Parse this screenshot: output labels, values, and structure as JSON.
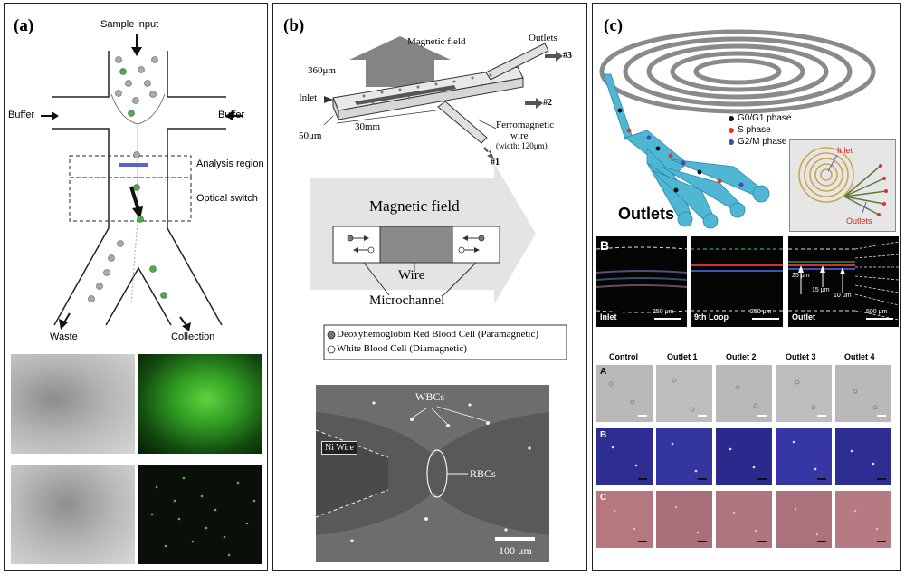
{
  "panel_a": {
    "label": "(a)",
    "sample_input": "Sample input",
    "buffer_left": "Buffer",
    "buffer_right": "Buffer",
    "analysis_region": "Analysis region",
    "optical_switch": "Optical switch",
    "waste": "Waste",
    "collection": "Collection"
  },
  "panel_b": {
    "label": "(b)",
    "magnetic_field_top": "Magnetic field",
    "outlets": "Outlets",
    "dim_360": "360μm",
    "inlet": "Inlet",
    "outlet_3": "#3",
    "outlet_2": "#2",
    "outlet_1": "#1",
    "dim_30mm": "30mm",
    "dim_50": "50μm",
    "ferro_line1": "Ferromagnetic",
    "ferro_line2": "wire",
    "ferro_line3": "(width: 120μm)",
    "magnetic_field_box": "Magnetic field",
    "wire": "Wire",
    "microchannel": "Microchannel",
    "legend_rbc": "Deoxyhemoglobin Red Blood Cell (Paramagnetic)",
    "legend_wbc": "White Blood Cell (Diamagnetic)",
    "wbcs": "WBCs",
    "ni_wire": "Ni Wire",
    "rbcs": "RBCs",
    "scale": "100 μm"
  },
  "panel_c": {
    "label": "(c)",
    "legend": [
      "G0/G1 phase",
      "S phase",
      "G2/M phase"
    ],
    "legend_colors": [
      "#111111",
      "#e23a2a",
      "#3a4fb0"
    ],
    "outlets": "Outlets",
    "inset_inlet": "Inlet",
    "inset_outlets": "Outlets",
    "row_b_label": "B",
    "micro_inlet": "Inlet",
    "micro_loop": "9th Loop",
    "micro_outlet": "Outlet",
    "scale_250_1": "250 μm",
    "scale_250_2": "250 μm",
    "scale_500": "500 μm",
    "um25": "25 μm",
    "um15": "15 μm",
    "um10": "10 μm",
    "col_headers": [
      "Control",
      "Outlet 1",
      "Outlet 2",
      "Outlet 3",
      "Outlet 4"
    ],
    "row_labels": [
      "A",
      "B",
      "C"
    ]
  }
}
